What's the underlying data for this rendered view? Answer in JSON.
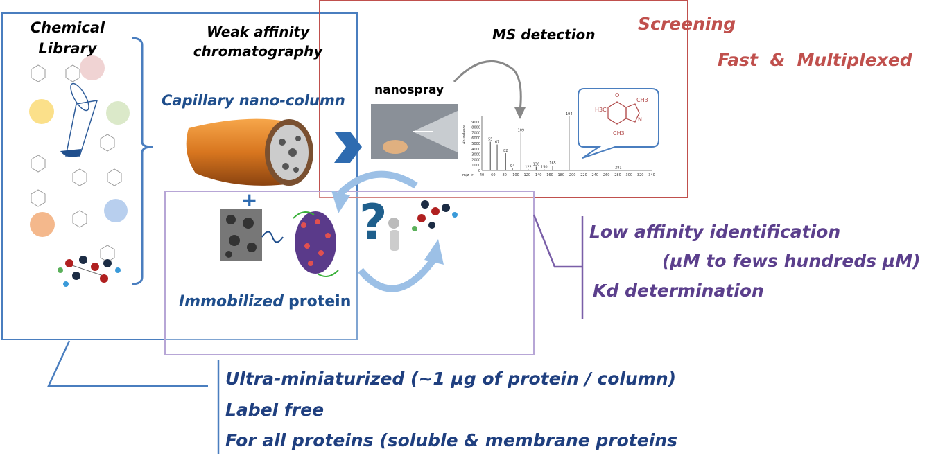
{
  "library": {
    "title_line1": "Chemical",
    "title_line2": "Library"
  },
  "chromatography": {
    "title_line1": "Weak affinity",
    "title_line2": "chromatography",
    "column_label": "Capillary nano-column",
    "plus": "+",
    "protein_label_italic": "Immobilized",
    "protein_label_plain": "protein"
  },
  "ms": {
    "title": "MS detection",
    "nanospray_label": "nanospray",
    "spectrum": {
      "ylabel": "Abundance",
      "xlabel": "m/z-->",
      "y_ticks": [
        "0",
        "1000",
        "2000",
        "3000",
        "4000",
        "5000",
        "6000",
        "7000",
        "8000",
        "9000"
      ],
      "x_ticks": [
        "40",
        "60",
        "80",
        "100",
        "120",
        "140",
        "160",
        "180",
        "200",
        "220",
        "240",
        "260",
        "280",
        "300",
        "320",
        "340"
      ],
      "peaks": [
        {
          "mz": 55,
          "abundance": 5300,
          "label": "55"
        },
        {
          "mz": 67,
          "abundance": 4800,
          "label": "67"
        },
        {
          "mz": 82,
          "abundance": 3200,
          "label": "82"
        },
        {
          "mz": 94,
          "abundance": 400,
          "label": "94"
        },
        {
          "mz": 109,
          "abundance": 7000,
          "label": "109"
        },
        {
          "mz": 122,
          "abundance": 200,
          "label": "122"
        },
        {
          "mz": 136,
          "abundance": 700,
          "label": "136"
        },
        {
          "mz": 150,
          "abundance": 200,
          "label": "150"
        },
        {
          "mz": 165,
          "abundance": 900,
          "label": "165"
        },
        {
          "mz": 194,
          "abundance": 10000,
          "label": "194"
        },
        {
          "mz": 281,
          "abundance": 50,
          "label": "281"
        }
      ]
    },
    "molecule": {
      "h3c": "H3C",
      "ch3_top": "CH3",
      "ch3_bottom": "CH3",
      "n": "N",
      "o": "O"
    }
  },
  "screening": {
    "title": "Screening",
    "subtitle": "Fast  &  Multiplexed"
  },
  "affinity": {
    "line1": "Low affinity identification",
    "line2": "(µM to fews hundreds µM)",
    "line3": "Kd determination"
  },
  "features": {
    "line1": "Ultra-miniaturized (~1 µg of protein / column)",
    "line2": "Label free",
    "line3": "For all proteins (soluble & membrane proteins"
  },
  "colors": {
    "blue_box": "#4a7ebf",
    "red_box": "#c0504d",
    "purple_box": "#a58fcb",
    "navy_text": "#1f4e8c",
    "purple_text": "#5b3f8c"
  }
}
